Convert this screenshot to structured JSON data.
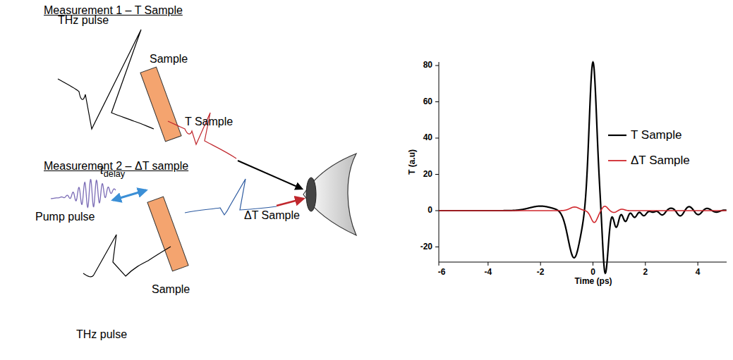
{
  "diagram": {
    "labels": [
      "Measurement 1 – T Sample",
      "THz pulse",
      "Sample",
      "T Sample",
      "Measurement 2 – ΔT sample",
      "tdelay",
      "Pump pulse",
      "ΔT Sample",
      "Sample",
      "THz pulse",
      "80",
      "60",
      "40",
      "20",
      "0",
      "-20",
      "-6",
      "-4",
      "-2",
      "0",
      "2",
      "4",
      "T (a.u)",
      "Time (ps)"
    ],
    "legend": [
      {
        "text": "T Sample"
      },
      {
        "text": "ΔT Sample"
      }
    ]
  }
}
